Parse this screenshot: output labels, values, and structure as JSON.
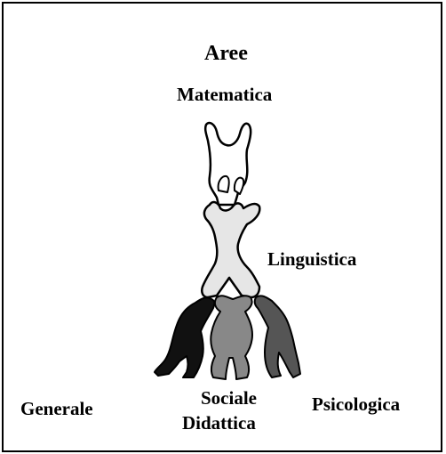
{
  "title": "Aree",
  "labels": {
    "matematica": "Matematica",
    "linguistica": "Linguistica",
    "generale": "Generale",
    "sociale": "Sociale",
    "didattica": "Didattica",
    "psicologica": "Psicologica"
  },
  "colors": {
    "matematica": "#ffffff",
    "linguistica": "#e6e6e6",
    "generale": "#111111",
    "sociale": "#888888",
    "psicologica": "#555555",
    "outline": "#000000"
  }
}
